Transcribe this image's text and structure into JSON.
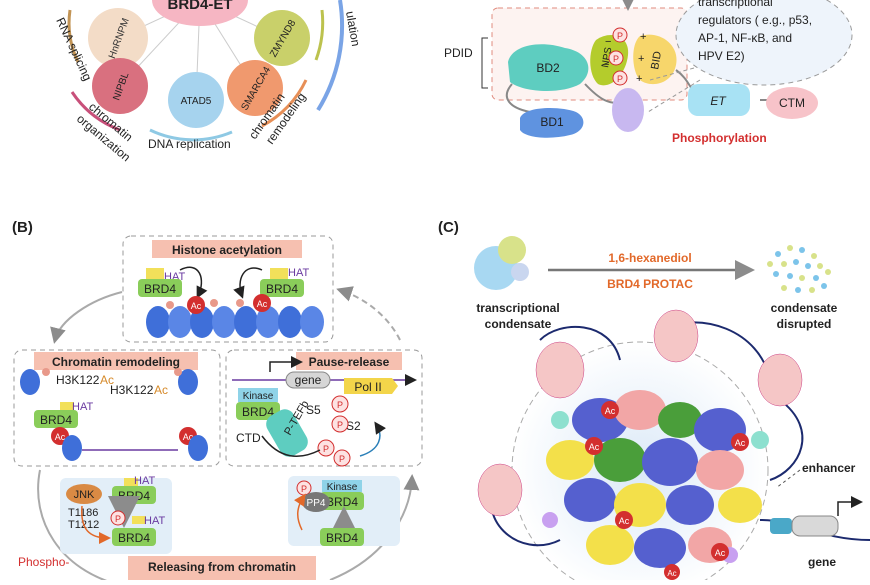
{
  "panel_a": {
    "center_label": "BRD4-ET",
    "proteins": [
      "HnRNPM",
      "NIPBL",
      "ATAD5",
      "SMARCA4",
      "ZMYND8"
    ],
    "categories": {
      "rna_splicing": "RNA splicing",
      "chromatin_organization_1": "chromatin",
      "chromatin_organization_2": "organization",
      "dna_replication": "DNA replication",
      "chromatin_remodeling_1": "chromatin",
      "chromatin_remodeling_2": "remodeling",
      "regulation_partial": "ulation"
    },
    "domains": {
      "pdid": "PDID",
      "bd1": "BD1",
      "bd2": "BD2",
      "nps": "NPS",
      "bid": "BID",
      "et": "ET",
      "ctm": "CTM",
      "p": "P",
      "plus": "+",
      "minus": "−"
    },
    "regulators_text": [
      "transcriptional",
      "regulators ( e.g., p53,",
      "AP-1, NF-κB, and",
      "HPV E2)"
    ],
    "phosphorylation": "Phosphorylation"
  },
  "panel_b": {
    "label": "(B)",
    "histone_acetylation": "Histone acetylation",
    "hat": "HAT",
    "brd4": "BRD4",
    "ac": "Ac",
    "chromatin_remodeling": "Chromatin remodeling",
    "h3k122": "H3K122",
    "pause_release": "Pause-release",
    "gene": "gene",
    "pol_ii": "Pol II",
    "kinase": "Kinase",
    "ptefb": "P-TEFb",
    "s5": "S5",
    "s2": "S2",
    "ctd": "CTD",
    "p": "P",
    "jnk": "JNK",
    "t1186": "T1186",
    "t1212": "T1212",
    "pp4": "PP4",
    "releasing": "Releasing  from chromatin",
    "phospho_partial": "Phospho-"
  },
  "panel_c": {
    "label": "(C)",
    "hexanediol": "1,6-hexanediol",
    "protac": "BRD4 PROTAC",
    "transcriptional_condensate_1": "transcriptional",
    "transcriptional_condensate_2": "condensate",
    "condensate_disrupted_1": "condensate",
    "condensate_disrupted_2": "disrupted",
    "enhancer": "enhancer",
    "gene": "gene",
    "ac": "Ac"
  },
  "colors": {
    "accent_red": "#d32f2f",
    "orange": "#e2692a",
    "salmon": "#f4b7a6",
    "green": "#74c24a",
    "blue_nuc": "#3f6fd9",
    "dashed": "#9a9a9a"
  }
}
